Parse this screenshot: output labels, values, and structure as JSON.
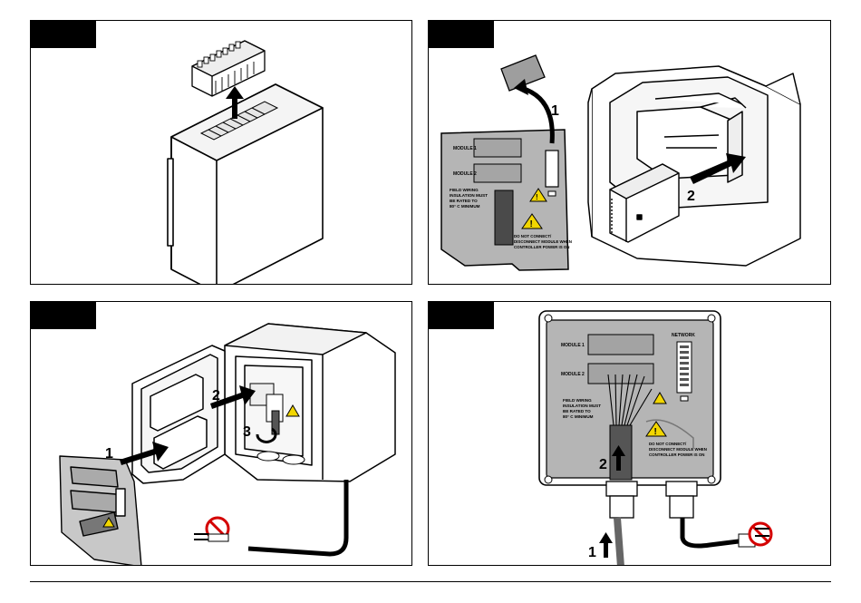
{
  "colors": {
    "line": "#000000",
    "panel": "#ffffff",
    "plate": "#b5b5b5",
    "plate_dark": "#8f8f8f",
    "tab": "#000000",
    "warn": "#f2d600",
    "no_symbol": "#d40000"
  },
  "panel2": {
    "step1": "1",
    "step2": "2",
    "module1": "MODULE 1",
    "module2": "MODULE 2",
    "field_wiring": [
      "FIELD WIRING",
      "INSULATION MUST",
      "BE RATED TO",
      "80° C MINIMUM"
    ],
    "warning": [
      "DO NOT CONNECT/",
      "DISCONNECT MODULE WHEN",
      "CONTROLLER POWER IS ON"
    ]
  },
  "panel3": {
    "step1": "1",
    "step2": "2",
    "step3": "3"
  },
  "panel4": {
    "step1": "1",
    "step2": "2",
    "network": "NETWORK",
    "module1": "MODULE 1",
    "module2": "MODULE 2",
    "field_wiring": [
      "FIELD WIRING",
      "INSULATION MUST",
      "BE RATED TO",
      "80° C MINIMUM"
    ],
    "warning": [
      "DO NOT CONNECT/",
      "DISCONNECT MODULE WHEN",
      "CONTROLLER POWER IS ON"
    ]
  },
  "icons": [
    "warning-triangle-icon",
    "no-power-plug-icon",
    "arrow-icon"
  ]
}
